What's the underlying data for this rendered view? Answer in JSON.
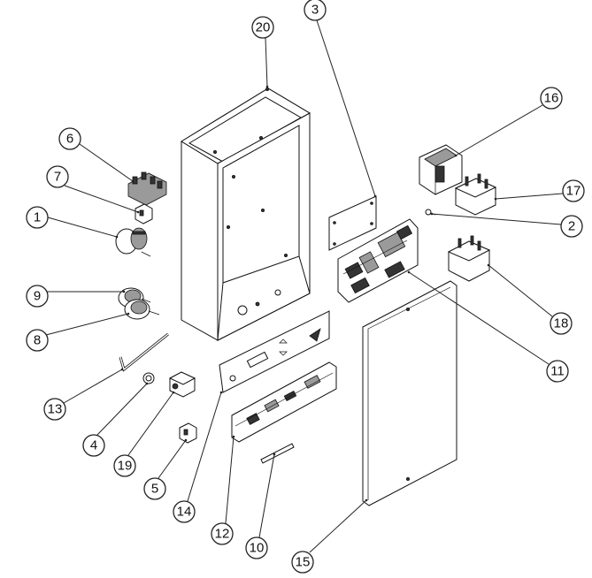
{
  "diagram": {
    "callouts": [
      {
        "label": "1"
      },
      {
        "label": "2"
      },
      {
        "label": "3"
      },
      {
        "label": "4"
      },
      {
        "label": "5"
      },
      {
        "label": "6"
      },
      {
        "label": "7"
      },
      {
        "label": "8"
      },
      {
        "label": "9"
      },
      {
        "label": "10"
      },
      {
        "label": "11"
      },
      {
        "label": "12"
      },
      {
        "label": "13"
      },
      {
        "label": "14"
      },
      {
        "label": "15"
      },
      {
        "label": "16"
      },
      {
        "label": "17"
      },
      {
        "label": "18"
      },
      {
        "label": "19"
      },
      {
        "label": "20"
      }
    ]
  }
}
